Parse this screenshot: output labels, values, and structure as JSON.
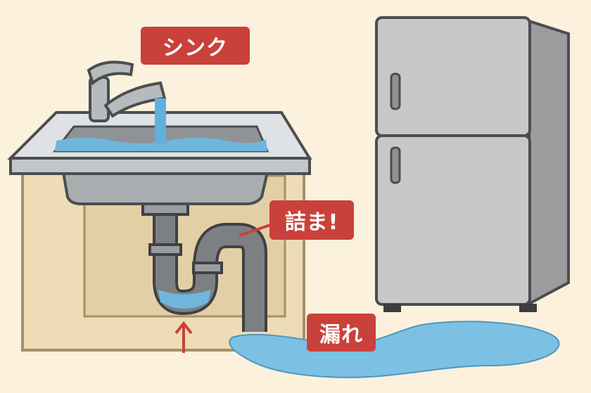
{
  "labels": {
    "sink": "シンク",
    "clog": "詰ま!",
    "leak": "漏れ"
  },
  "colors": {
    "background": "#fbf1dc",
    "label": "#c9413a",
    "water": "#6fb6dd",
    "metal": "#bfc3c6",
    "pipe": "#6e7073",
    "cabinet": "#eedcb6"
  }
}
